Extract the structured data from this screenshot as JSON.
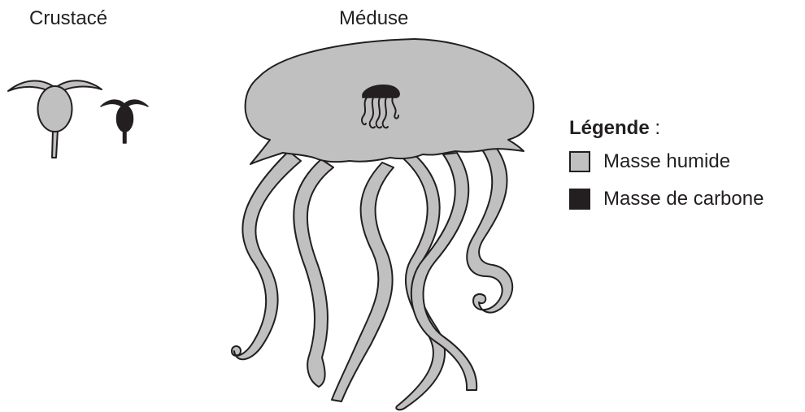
{
  "labels": {
    "crustace": "Crustacé",
    "meduse": "Méduse"
  },
  "legend": {
    "title": "Légende",
    "separator": " :",
    "items": [
      {
        "label": "Masse humide",
        "color": "#c0c0c0"
      },
      {
        "label": "Masse de carbone",
        "color": "#231f20"
      }
    ]
  },
  "colors": {
    "outline": "#231f20",
    "wet_mass": "#c0c0c0",
    "carbon_mass": "#231f20",
    "background": "#ffffff"
  }
}
